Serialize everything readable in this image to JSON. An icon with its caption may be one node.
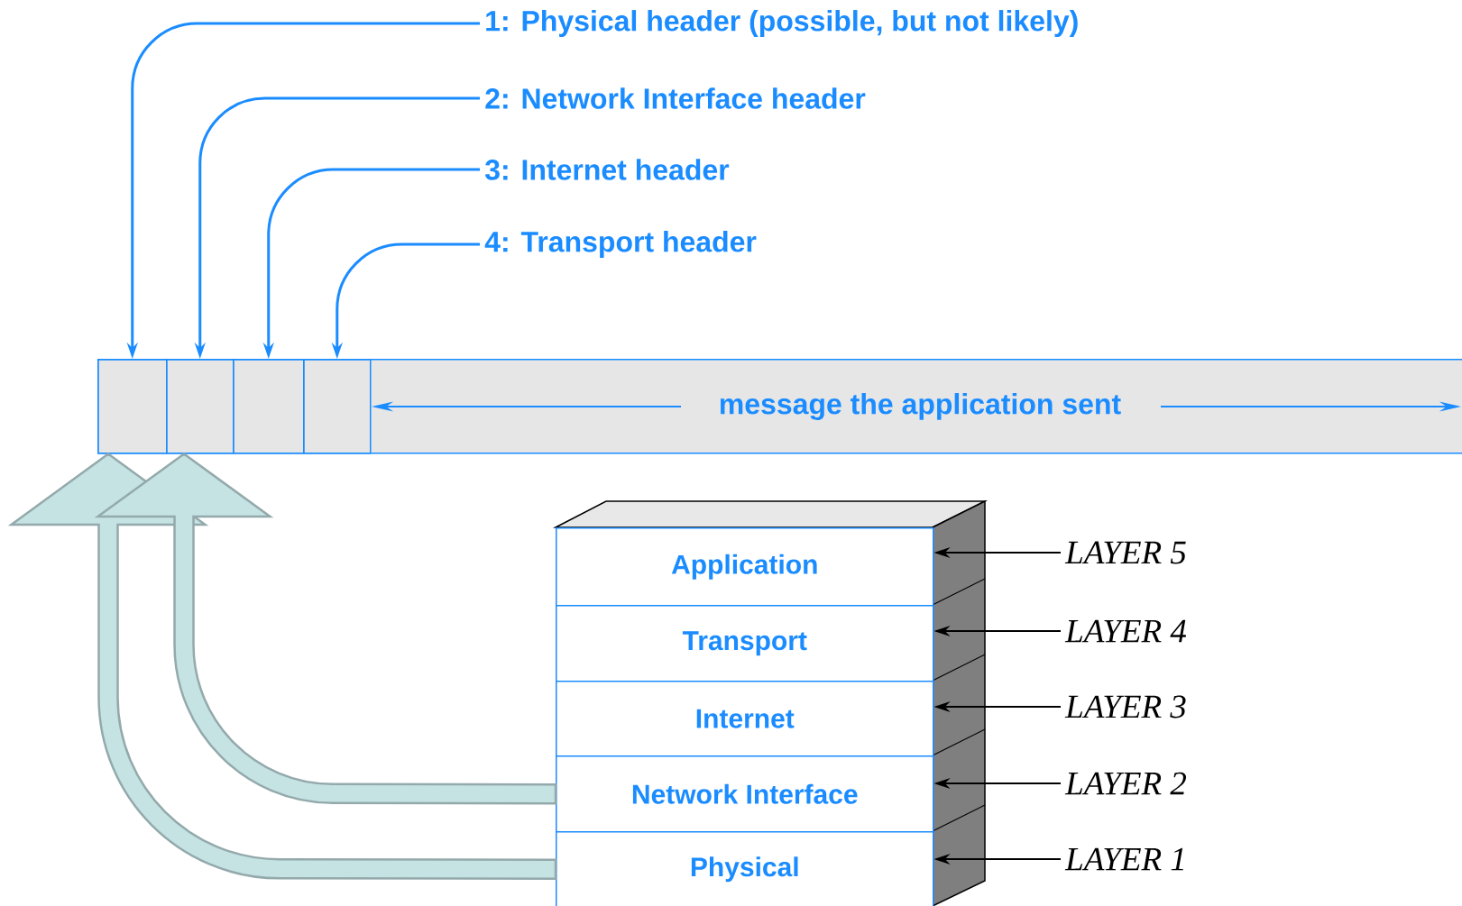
{
  "diagram": {
    "nodes": [
      {
        "text": [
          "1: Physical header (possible, but not likely)"
        ]
      },
      {
        "text": [
          "2: Network Interface header"
        ]
      },
      {
        "text": [
          "3: Internet header"
        ]
      },
      {
        "text": [
          "4: Transport header"
        ]
      },
      {
        "text": [
          "message the application sent"
        ]
      },
      {
        "text": [],
        "shape": "box",
        "in": 4
      },
      {
        "text": [],
        "shape": "box",
        "in": 4
      },
      {
        "text": [],
        "shape": "box",
        "in": 4
      },
      {
        "text": [],
        "shape": "box",
        "in": 4
      },
      {
        "text": [
          "Application"
        ]
      },
      {
        "text": [
          "Transport"
        ]
      },
      {
        "text": [
          "Internet"
        ]
      },
      {
        "text": [
          "Network Interface"
        ]
      },
      {
        "text": [
          "Physical"
        ]
      },
      {
        "text": [
          "LAYER 5"
        ]
      },
      {
        "text": [
          "LAYER 4"
        ]
      },
      {
        "text": [
          "LAYER 3"
        ]
      },
      {
        "text": [
          "LAYER 2"
        ]
      },
      {
        "text": [
          "LAYER 1"
        ]
      }
    ],
    "edges": [
      {
        "from": 0,
        "to": 5,
        "arrow": "to",
        "color": "#1a8cff"
      },
      {
        "from": 1,
        "to": 6,
        "arrow": "to",
        "color": "#1a8cff"
      },
      {
        "from": 2,
        "to": 7,
        "arrow": "to",
        "color": "#1a8cff"
      },
      {
        "from": 3,
        "to": 8,
        "arrow": "to",
        "color": "#1a8cff"
      },
      {
        "from": 13,
        "to": 5,
        "arrow": "to",
        "style": "thick",
        "color": "#c5e3e3"
      },
      {
        "from": 12,
        "to": 6,
        "arrow": "to",
        "style": "thick",
        "color": "#c5e3e3"
      },
      {
        "from": 14,
        "to": 9,
        "arrow": "to"
      },
      {
        "from": 15,
        "to": 10,
        "arrow": "to"
      },
      {
        "from": 16,
        "to": 11,
        "arrow": "to"
      },
      {
        "from": 17,
        "to": 12,
        "arrow": "to"
      },
      {
        "from": 18,
        "to": 13,
        "arrow": "to"
      }
    ]
  }
}
